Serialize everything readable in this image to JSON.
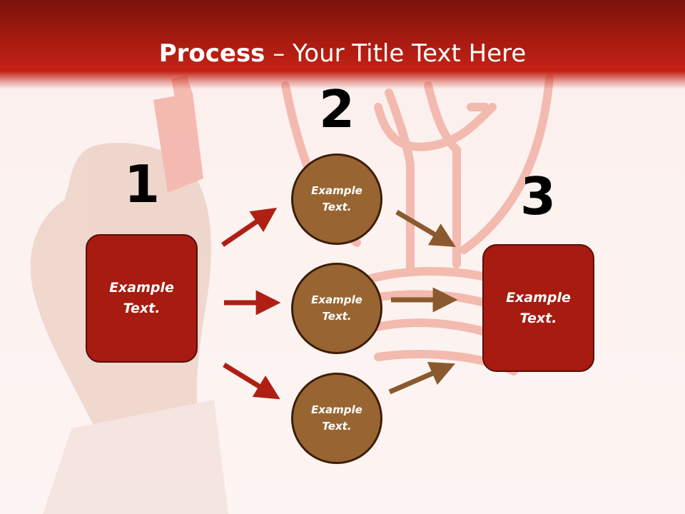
{
  "title": {
    "bold": "Process",
    "rest": " – Your Title Text Here"
  },
  "steps": {
    "one": "1",
    "two": "2",
    "three": "3"
  },
  "box_left": {
    "line1": "Example",
    "line2": "Text."
  },
  "circle_top": {
    "line1": "Example",
    "line2": "Text."
  },
  "circle_mid": {
    "line1": "Example",
    "line2": "Text."
  },
  "circle_bottom": {
    "line1": "Example",
    "line2": "Text."
  },
  "box_right": {
    "line1": "Example",
    "line2": "Text."
  },
  "colors": {
    "header_red": "#a81a10",
    "box_red": "#a71b11",
    "circle_brown": "#986532",
    "arrow_red": "#b01f14",
    "arrow_brown": "#8a5a2e"
  }
}
